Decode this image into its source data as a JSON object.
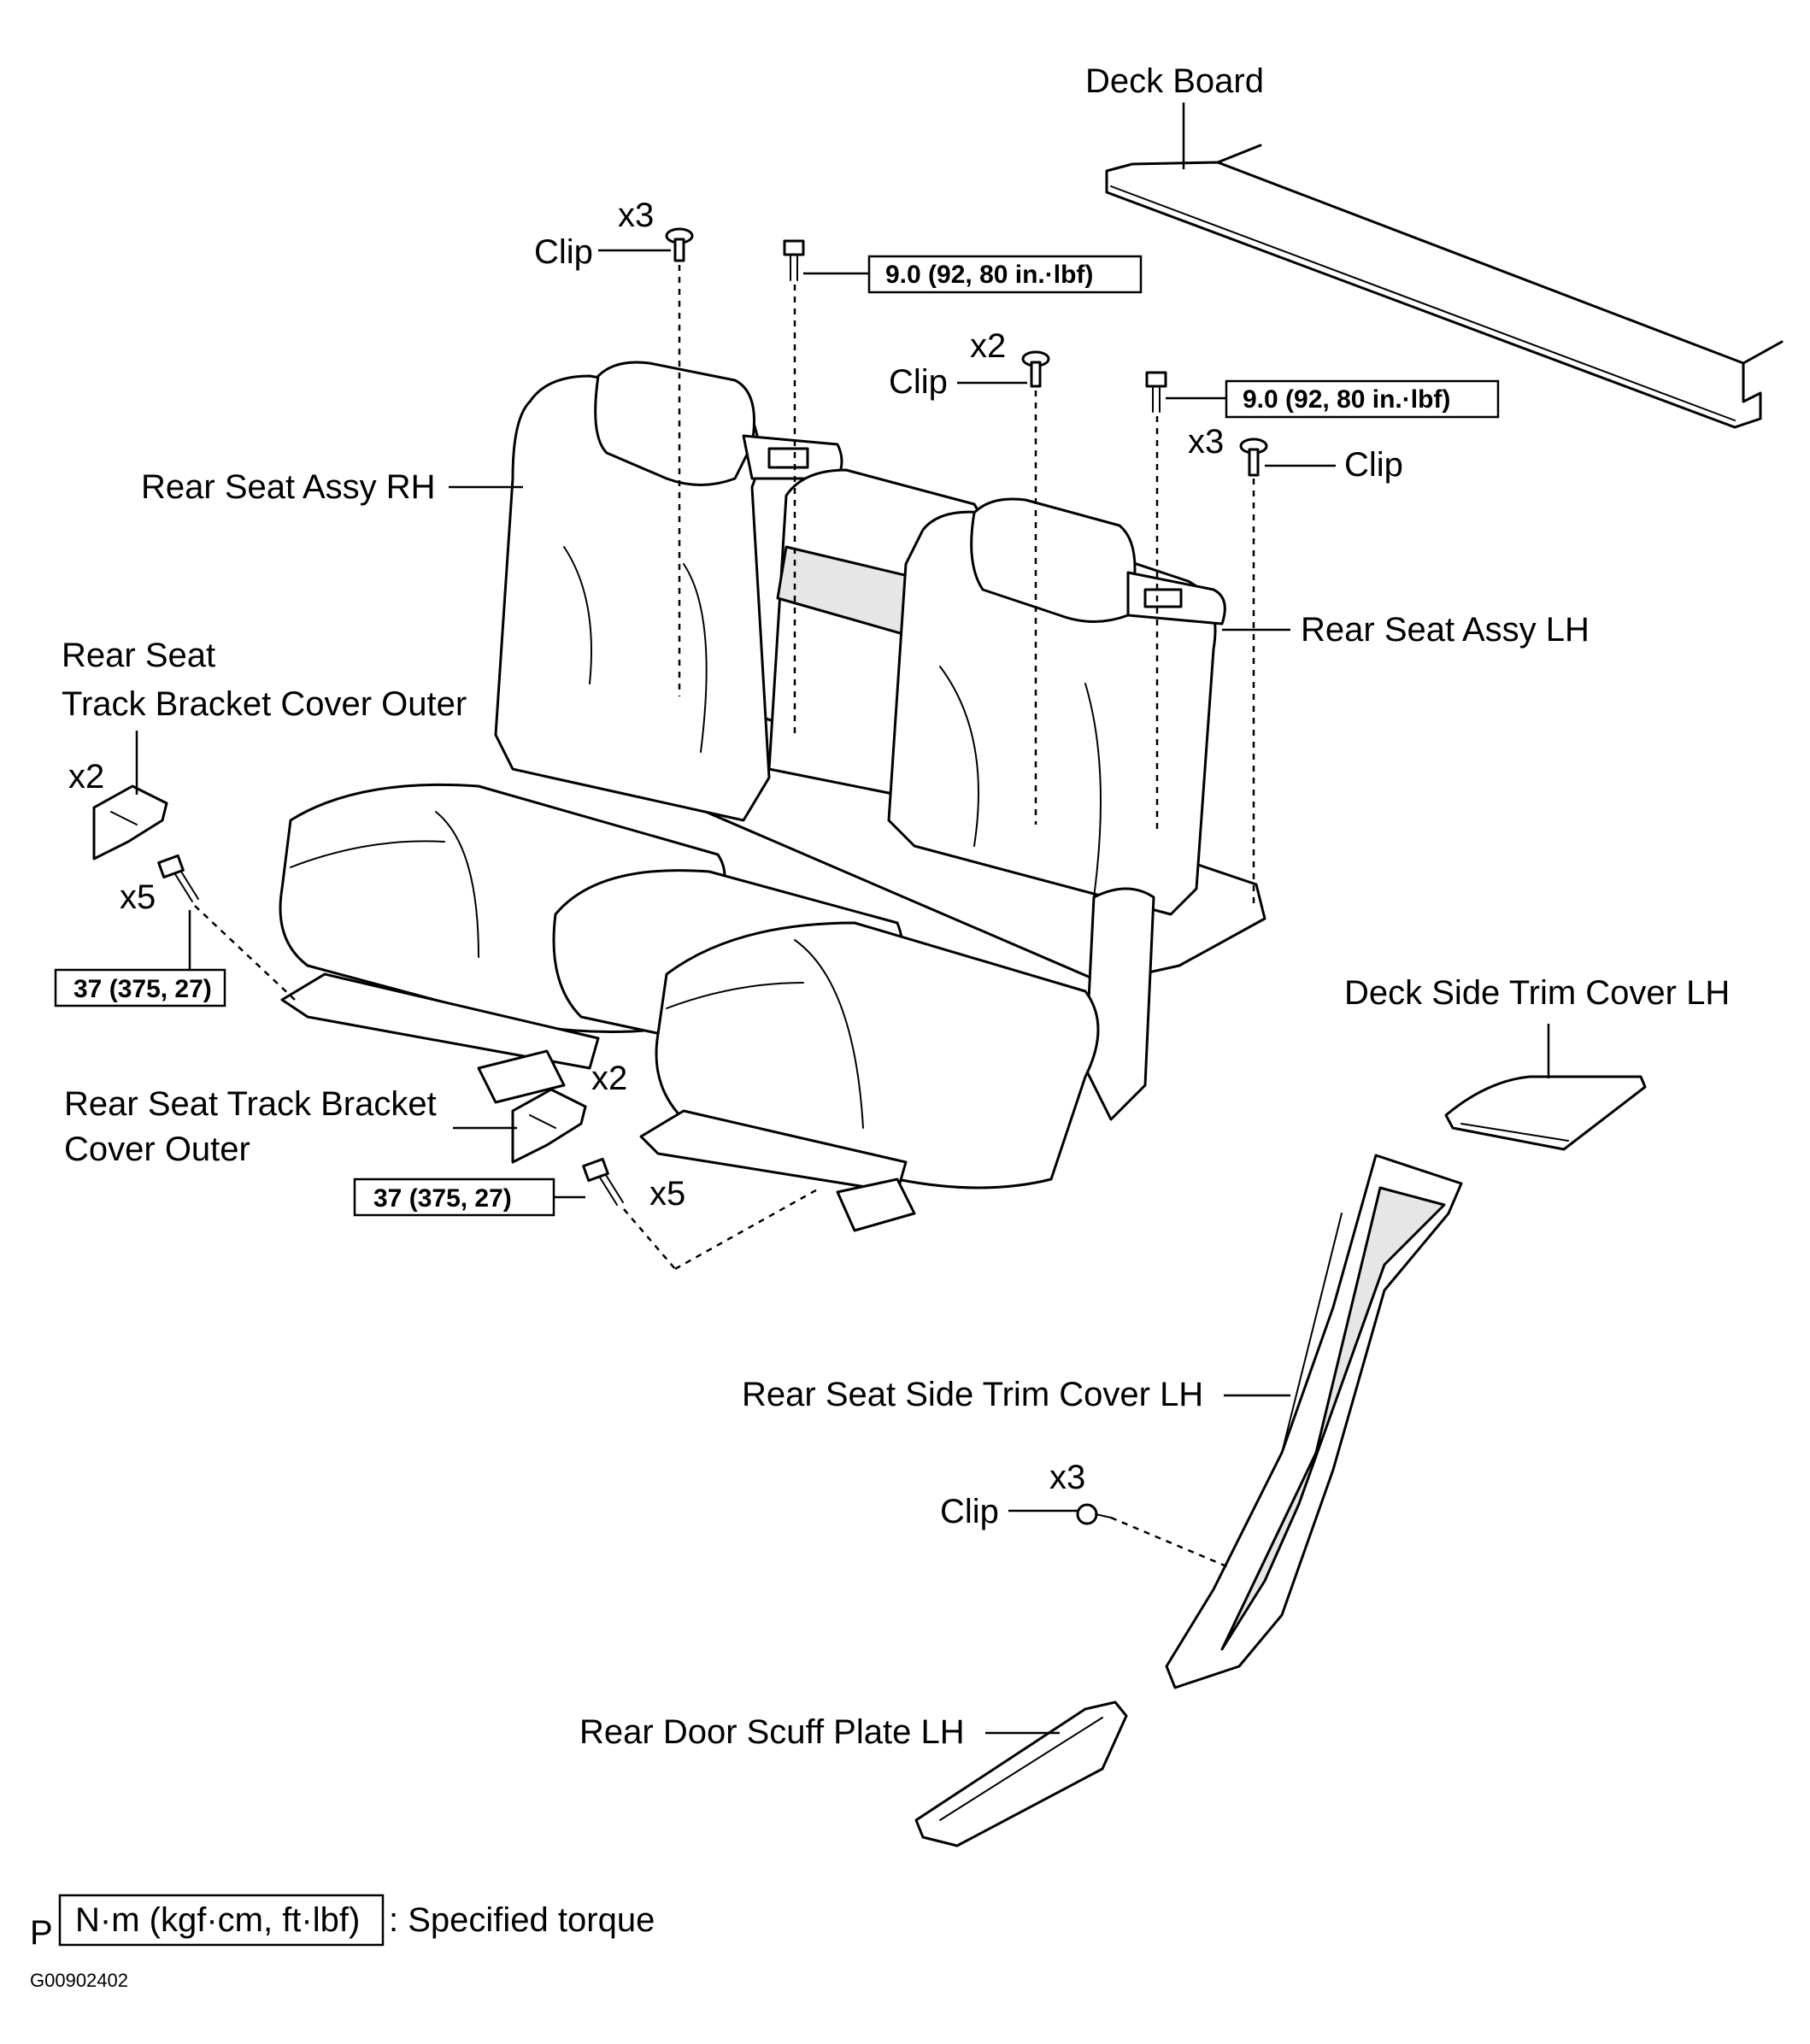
{
  "labels": {
    "deck_board": "Deck Board",
    "clip": "Clip",
    "x3": "x3",
    "x2": "x2",
    "x5": "x5",
    "rear_seat_assy_rh": "Rear Seat Assy RH",
    "rear_seat_assy_lh": "Rear Seat Assy LH",
    "track_cover_outer_rh_line1": "Rear Seat",
    "track_cover_outer_rh_line2": "Track Bracket Cover Outer",
    "track_cover_outer_lh_line1": "Rear Seat Track Bracket",
    "track_cover_outer_lh_line2": "Cover Outer",
    "deck_side_trim_cover_lh": "Deck Side Trim Cover LH",
    "rear_seat_side_trim_cover_lh": "Rear Seat Side Trim Cover LH",
    "rear_door_scuff_plate_lh": "Rear Door Scuff Plate LH"
  },
  "torque": {
    "headrest_bolt": "9.0 (92, 80 in.·lbf)",
    "track_bolt": "37 (375, 27)"
  },
  "legend": {
    "prefix": "P",
    "unit_box": "N·m (kgf·cm, ft·lbf)",
    "text": ": Specified torque"
  },
  "figure_code": "G00902402"
}
